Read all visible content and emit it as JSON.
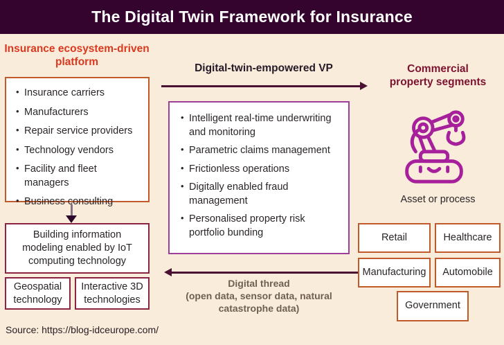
{
  "header": {
    "title": "The Digital Twin Framework for Insurance"
  },
  "left_column": {
    "heading": "Insurance ecosystem-driven platform",
    "ecosystem_items": [
      "Insurance carriers",
      "Manufacturers",
      "Repair service providers",
      "Technology vendors",
      "Facility and fleet managers",
      "Business consulting"
    ],
    "bim_box": "Building information modeling enabled by IoT computing technology",
    "tech_boxes": [
      "Geospatial technology",
      "Interactive 3D technologies"
    ]
  },
  "middle_column": {
    "vp_heading": "Digital-twin-empowered VP",
    "vp_items": [
      "Intelligent real-time underwriting and monitoring",
      "Parametric claims management",
      "Frictionless operations",
      "Digitally enabled fraud management",
      "Personalised property risk portfolio bunding"
    ],
    "thread_title": "Digital thread",
    "thread_subtitle": "(open data, sensor data, natural catastrophe data)"
  },
  "right_column": {
    "heading": "Commercial property segments",
    "icon": "robot-arm-icon",
    "caption": "Asset or process",
    "segments": [
      "Retail",
      "Healthcare",
      "Manufacturing",
      "Automobile",
      "Government"
    ]
  },
  "footer": {
    "source": "Source: https://blog-idceurope.com/"
  },
  "colors": {
    "header_bg": "#34032e",
    "page_bg": "#faecdb",
    "heading_red": "#d8391f",
    "heading_dark": "#251a28",
    "heading_maroon": "#7c1230",
    "border_orange": "#c05a2a",
    "border_maroon": "#8b2443",
    "border_purple": "#9c3f98",
    "arrow_dark": "#4a1133",
    "robot_magenta": "#a5209a",
    "thread_text": "#6e5f52"
  }
}
